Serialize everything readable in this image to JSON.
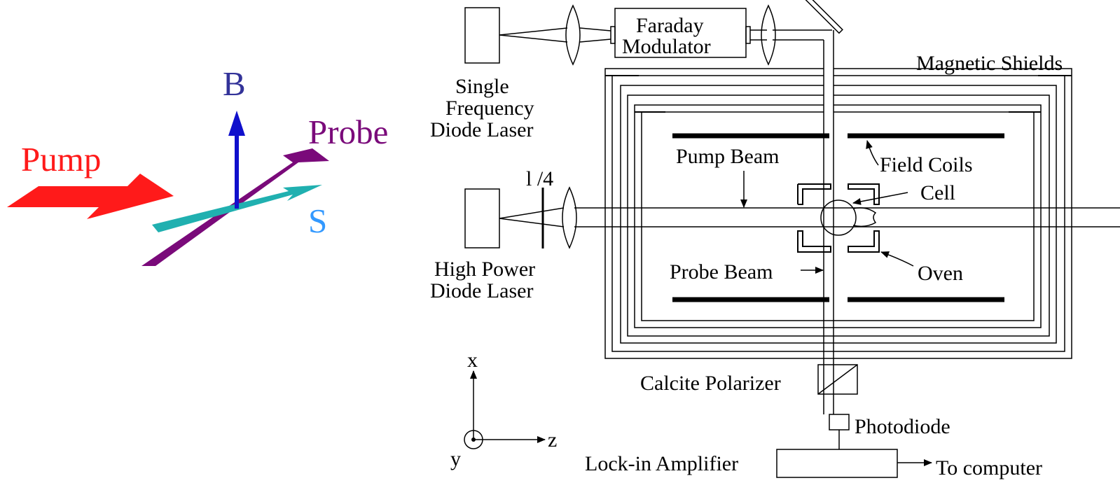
{
  "vectors": {
    "pump_label": "Pump",
    "b_label": "B",
    "probe_label": "Probe",
    "s_label": "S",
    "colors": {
      "pump": "#ff1a1a",
      "b": "#1010cc",
      "b_label": "#333399",
      "probe": "#7a0a7a",
      "s": "#20b0b0",
      "s_label": "#3399ff"
    }
  },
  "labels": {
    "faraday_line1": "Faraday",
    "faraday_line2": "Modulator",
    "magnetic_shields": "Magnetic Shields",
    "sfdl_line1": "Single",
    "sfdl_line2": "Frequency",
    "sfdl_line3": "Diode Laser",
    "field_coils": "Field Coils",
    "pump_beam": "Pump Beam",
    "quarter_wave": "l /4",
    "cell": "Cell",
    "hpdl_line1": "High Power",
    "hpdl_line2": "Diode Laser",
    "probe_beam": "Probe Beam",
    "oven": "Oven",
    "calcite": "Calcite Polarizer",
    "photodiode": "Photodiode",
    "lockin": "Lock-in Amplifier",
    "computer": "To computer"
  },
  "axes": {
    "x": "x",
    "y": "y",
    "z": "z"
  }
}
